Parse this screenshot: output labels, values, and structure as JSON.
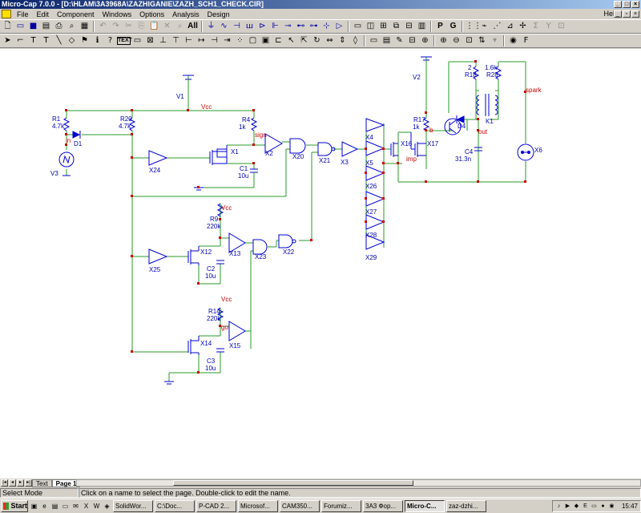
{
  "window": {
    "title": "Micro-Cap 7.0.0 - [D:\\HLAM\\3A3968A\\ZAZHIGANIE\\ZAZH_SCH1_CHECK.CIR]"
  },
  "menu": [
    "File",
    "Edit",
    "Component",
    "Windows",
    "Options",
    "Analysis",
    "Design"
  ],
  "menu_help": "Help",
  "toolbar2_text_tool": "TEXT",
  "toolbar1_letters": [
    "P",
    "G"
  ],
  "toolbar2_letter": "F",
  "schematic": {
    "components": [
      {
        "ref": "V1"
      },
      {
        "ref": "V2"
      },
      {
        "ref": "R1",
        "value": "4.7k"
      },
      {
        "ref": "R20",
        "value": "4.7k"
      },
      {
        "ref": "R4",
        "value": "1k"
      },
      {
        "ref": "R17",
        "value": "1k"
      },
      {
        "ref": "R18",
        "value": "2"
      },
      {
        "ref": "R28",
        "value": "1.6k"
      },
      {
        "ref": "R9",
        "value": "220k"
      },
      {
        "ref": "R14",
        "value": "220k"
      },
      {
        "ref": "C1",
        "value": "10u"
      },
      {
        "ref": "C2",
        "value": "10u"
      },
      {
        "ref": "C3",
        "value": "10u"
      },
      {
        "ref": "C4",
        "value": "31.3n"
      },
      {
        "ref": "D1"
      },
      {
        "ref": "D4"
      },
      {
        "ref": "V3"
      },
      {
        "ref": "X1"
      },
      {
        "ref": "X2"
      },
      {
        "ref": "X3"
      },
      {
        "ref": "X4"
      },
      {
        "ref": "X5"
      },
      {
        "ref": "X6"
      },
      {
        "ref": "X12"
      },
      {
        "ref": "X13"
      },
      {
        "ref": "X14"
      },
      {
        "ref": "X15"
      },
      {
        "ref": "X16"
      },
      {
        "ref": "X17"
      },
      {
        "ref": "X20"
      },
      {
        "ref": "X21"
      },
      {
        "ref": "X22"
      },
      {
        "ref": "X23"
      },
      {
        "ref": "X24"
      },
      {
        "ref": "X25"
      },
      {
        "ref": "X26"
      },
      {
        "ref": "X27"
      },
      {
        "ref": "X28"
      },
      {
        "ref": "X29"
      },
      {
        "ref": "K1"
      }
    ],
    "nodes": [
      "Vcc",
      "in",
      "sign",
      "imp",
      "b",
      "out",
      "spark",
      "go"
    ]
  },
  "page_tabs": [
    "Text",
    "Page 1"
  ],
  "active_page": "Page 1",
  "status": {
    "mode": "Select Mode",
    "hint": "Click on a name to select the page. Double-click to edit the name."
  },
  "taskbar": {
    "start": "Start",
    "tasks": [
      "SolidWor...",
      "C:\\Doc...",
      "P-CAD 2...",
      "Microsof...",
      "CAM350...",
      "Forumiz...",
      "3A3 Фор...",
      "Micro-C...",
      "zaz-dzhi..."
    ],
    "active_task": "Micro-C...",
    "clock": "15:47"
  },
  "colors": {
    "wire": "#2a9a2a",
    "component": "#0000d0",
    "node_dot": "#d00000",
    "titlebar": "#0a246a"
  }
}
